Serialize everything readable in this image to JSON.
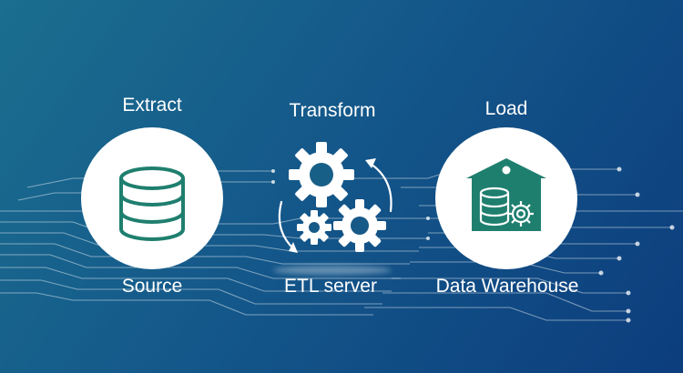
{
  "stages": [
    {
      "title": "Extract",
      "caption": "Source",
      "icon": "database-icon"
    },
    {
      "title": "Transform",
      "caption": "ETL server",
      "icon": "gears-icon"
    },
    {
      "title": "Load",
      "caption": "Data Warehouse",
      "icon": "warehouse-icon"
    }
  ],
  "colors": {
    "background_start": "#1b6e8f",
    "background_end": "#0c3d7d",
    "icon_green": "#1f7f6f",
    "circle": "#ffffff",
    "text": "#ffffff"
  }
}
